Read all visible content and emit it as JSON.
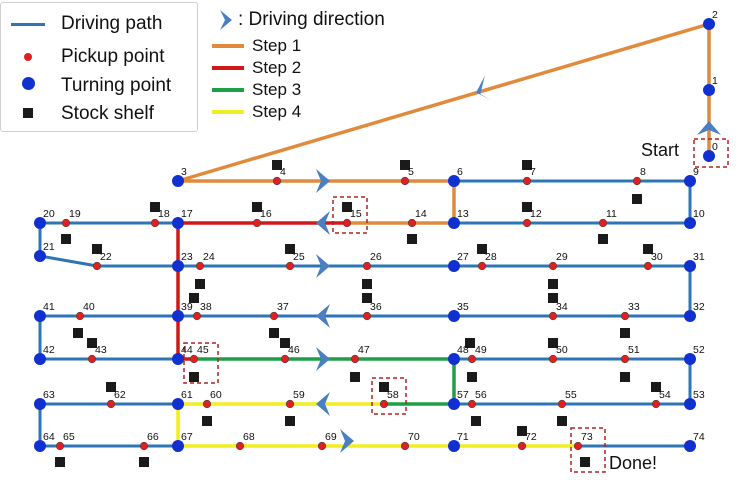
{
  "legend_left": [
    {
      "id": "path",
      "label": "Driving path",
      "color": "#2e75b6"
    },
    {
      "id": "pickup",
      "label": "Pickup point",
      "color": "#e02020"
    },
    {
      "id": "turning",
      "label": "Turning point",
      "color": "#1030d0"
    },
    {
      "id": "shelf",
      "label": "Stock shelf",
      "color": "#1a1a1a"
    }
  ],
  "legend_right": {
    "direction_label": ": Driving direction",
    "steps": [
      {
        "label": "Step 1",
        "color": "#e08a3c"
      },
      {
        "label": "Step 2",
        "color": "#d01818"
      },
      {
        "label": "Step 3",
        "color": "#1f9e4a"
      },
      {
        "label": "Step 4",
        "color": "#f2ee22"
      }
    ]
  },
  "annotations": {
    "start": "Start",
    "done": "Done!"
  },
  "colors": {
    "path": "#2e75b6",
    "pickup": "#e02020",
    "turning": "#1030d0",
    "shelf": "#1a1a1a",
    "arrow": "#4a7fc0",
    "dash": "#b22222"
  },
  "node_labels": [
    "0",
    "1",
    "2",
    "3",
    "4",
    "5",
    "6",
    "7",
    "8",
    "9",
    "10",
    "11",
    "12",
    "13",
    "14",
    "15",
    "16",
    "17",
    "18",
    "19",
    "20",
    "21",
    "22",
    "23",
    "24",
    "25",
    "26",
    "27",
    "28",
    "29",
    "30",
    "31",
    "32",
    "33",
    "34",
    "35",
    "36",
    "37",
    "38",
    "39",
    "40",
    "41",
    "42",
    "43",
    "44",
    "45",
    "46",
    "47",
    "48",
    "49",
    "50",
    "51",
    "52",
    "53",
    "54",
    "55",
    "56",
    "57",
    "58",
    "59",
    "60",
    "61",
    "62",
    "63",
    "64",
    "65",
    "66",
    "67",
    "68",
    "69",
    "70",
    "71",
    "72",
    "73",
    "74"
  ]
}
